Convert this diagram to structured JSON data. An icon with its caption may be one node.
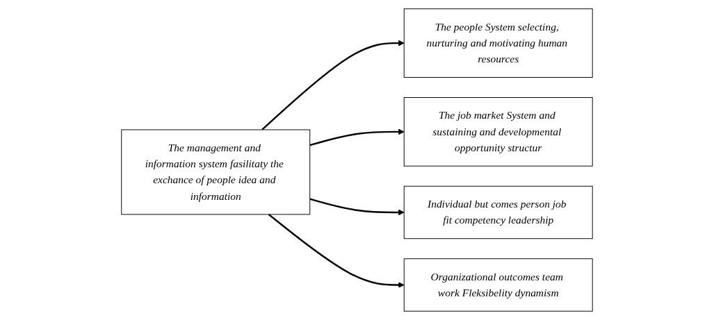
{
  "diagram": {
    "nodes": [
      {
        "text": [
          "The people System selecting, nurturing and motivating human resources"
        ]
      },
      {
        "text": [
          "The job market System and sustaining and developmental opportunity structur"
        ]
      },
      {
        "text": [
          "The management and information system fasilitaty the exchance of people idea and information"
        ]
      },
      {
        "text": [
          "Individual but comes person job fit competency leadership"
        ]
      },
      {
        "text": [
          "Organizational outcomes team work Fleksibelity dynamism"
        ]
      }
    ],
    "edges": [
      {
        "from": 2,
        "to": 0,
        "arrow": "to"
      },
      {
        "from": 2,
        "to": 1,
        "arrow": "to"
      },
      {
        "from": 2,
        "to": 3,
        "arrow": "to"
      },
      {
        "from": 2,
        "to": 4,
        "arrow": "to"
      }
    ]
  }
}
